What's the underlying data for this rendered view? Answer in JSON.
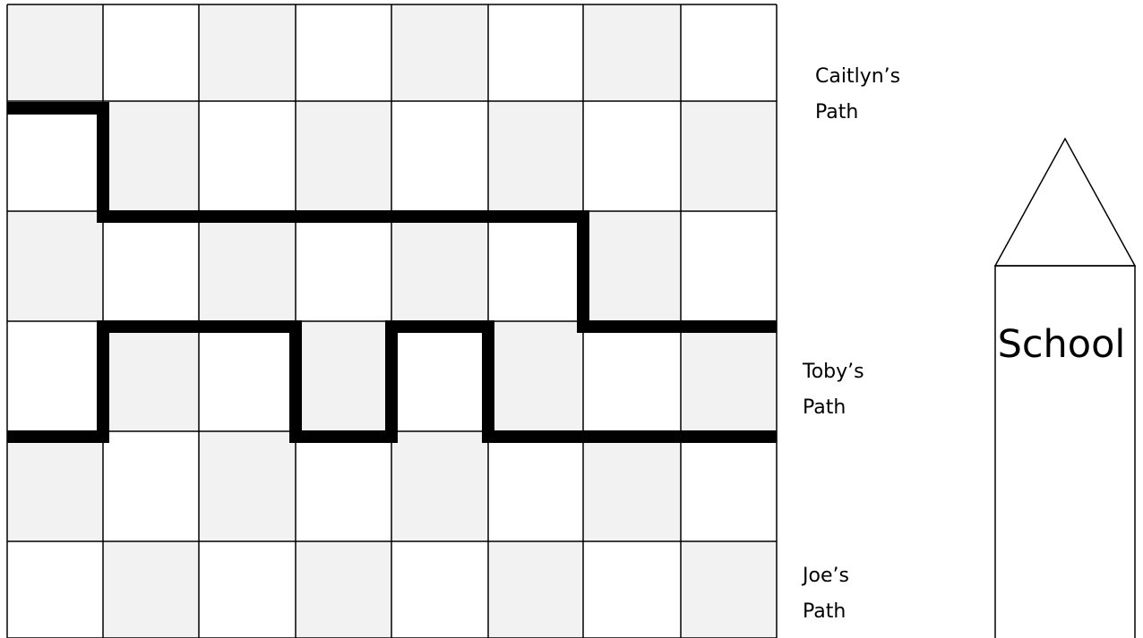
{
  "colors": {
    "shaded_cell": "#f2f2f2",
    "plain_cell": "#ffffff",
    "grid_line": "#000000",
    "path_line": "#000000"
  },
  "grid": {
    "columns": 8,
    "rows": 6,
    "shading": "checkerboard, top-left cell shaded"
  },
  "paths": [
    {
      "id": "caitlyn",
      "label_line1": "Caitlyn’s",
      "label_line2": "Path",
      "drawn_as": "thick black line on grid edges"
    },
    {
      "id": "toby",
      "label_line1": "Toby’s",
      "label_line2": "Path",
      "drawn_as": "thick black line on grid edges"
    },
    {
      "id": "joe",
      "label_line1": "Joe’s",
      "label_line2": "Path",
      "drawn_as": "not drawn"
    }
  ],
  "school": {
    "label": "School",
    "shape": "tall rectangle with triangular roof"
  }
}
